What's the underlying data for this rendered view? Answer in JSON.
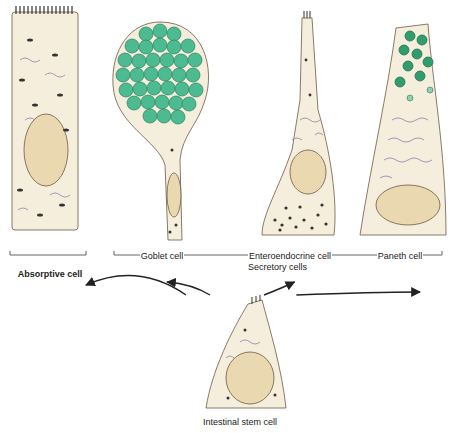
{
  "diagram": {
    "nodes": [
      {
        "text": [
          "Absorptive cell"
        ]
      },
      {
        "text": [
          "Goblet cell"
        ]
      },
      {
        "text": [
          "Enteroendocrine cell"
        ]
      },
      {
        "text": [
          "Paneth cell"
        ]
      },
      {
        "text": [
          "Intestinal stem cell"
        ]
      }
    ],
    "edges": [
      {
        "from": 4,
        "to": 0,
        "arrow": "to"
      },
      {
        "from": 4,
        "to": 1,
        "arrow": "to"
      },
      {
        "from": 4,
        "to": 2,
        "arrow": "to"
      },
      {
        "from": 4,
        "to": 3,
        "arrow": "to"
      }
    ],
    "labels": [
      "Secretory cells"
    ]
  }
}
